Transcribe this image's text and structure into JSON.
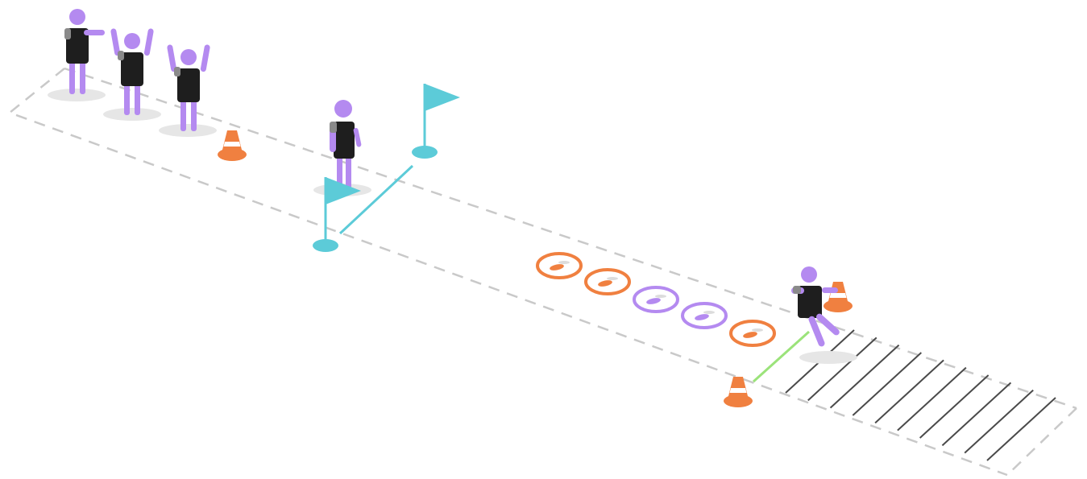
{
  "colors": {
    "background": "#ffffff",
    "dashed_boundary": "#c9c9c9",
    "player_body": "#b48af0",
    "player_vest": "#1e1e1e",
    "player_sleeve": "#8a8a8a",
    "shadow": "#e6e6e6",
    "cone_orange": "#f08040",
    "cone_stripe": "#ffffff",
    "flag_teal": "#5ccbd8",
    "flag_line": "#5ccbd8",
    "disc_orange": "#f08040",
    "disc_purple": "#b48af0",
    "goal_line": "#9be37a",
    "zone_stripes": "#4a4a4a"
  },
  "players": [
    {
      "id": "player-1",
      "pose": "arms-forward"
    },
    {
      "id": "player-2",
      "pose": "arms-raised"
    },
    {
      "id": "player-3",
      "pose": "arms-raised"
    },
    {
      "id": "player-4",
      "pose": "standing"
    },
    {
      "id": "player-5",
      "pose": "sliding"
    }
  ],
  "cones": [
    "cone-1",
    "cone-2",
    "cone-3"
  ],
  "flags": [
    "flag-near",
    "flag-far"
  ],
  "markers": [
    {
      "id": "marker-1",
      "color": "orange"
    },
    {
      "id": "marker-2",
      "color": "orange"
    },
    {
      "id": "marker-3",
      "color": "purple"
    },
    {
      "id": "marker-4",
      "color": "purple"
    },
    {
      "id": "marker-5",
      "color": "orange"
    }
  ],
  "icons": {
    "player": "person-icon",
    "cone": "training-cone-icon",
    "flag": "corner-flag-icon",
    "marker": "disc-marker-icon"
  }
}
